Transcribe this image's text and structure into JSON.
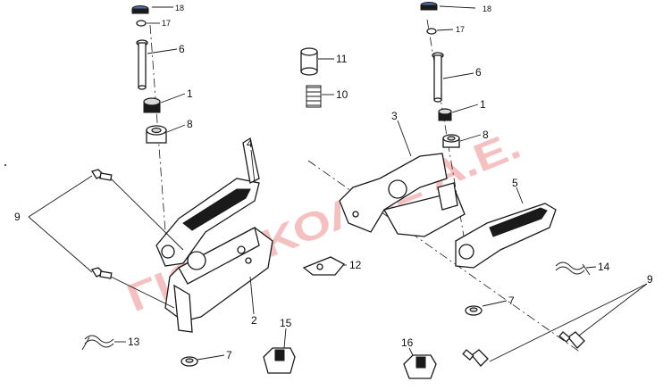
{
  "watermark": "ΓΙΩΡΓΚΟΛΗΣ Α.Ε.",
  "callouts": {
    "c18a": "18",
    "c17a": "17",
    "c6a": "6",
    "c1a": "1",
    "c8a": "8",
    "c4": "4",
    "c9a": "9",
    "c2": "2",
    "c13": "13",
    "c7a": "7",
    "c15": "15",
    "c11": "11",
    "c10": "10",
    "c12": "12",
    "c3": "3",
    "c18b": "18",
    "c17b": "17",
    "c6b": "6",
    "c1b": "1",
    "c8b": "8",
    "c5": "5",
    "c14": "14",
    "c7b": "7",
    "c9b": "9",
    "c16": "16"
  },
  "colors": {
    "watermark": "#e23b3b",
    "ink": "#1a1a1a",
    "cap": "#4a6fa5"
  }
}
